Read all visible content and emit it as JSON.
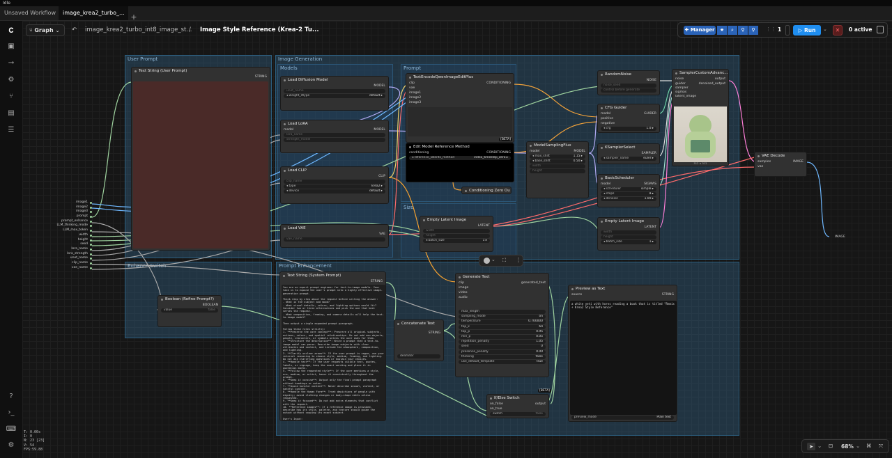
{
  "strip": {
    "title": "Idle"
  },
  "tabs": [
    {
      "label": "Unsaved Workflow"
    },
    {
      "label": "image_krea2_turbo_..."
    }
  ],
  "header": {
    "graph_label": "Graph",
    "crumb1": "image_krea2_turbo_int8_image_st...",
    "separator": "/",
    "crumb2": "Image Style Reference (Krea-2 Tu..."
  },
  "toolbar": {
    "manager": "Manager",
    "count": "1",
    "run": "Run",
    "active": "0 active"
  },
  "stats": [
    "T: 0.00s",
    "I: 0",
    "N: 23 [23]",
    "V: 54",
    "FPS:59.88"
  ],
  "zoom": {
    "level": "68%"
  },
  "groups": {
    "user_prompt": "User Prompt",
    "image_generation": "Image Generation",
    "models": "Models",
    "prompt": "Prompt",
    "size": "Size",
    "enhance_switch": "Enhance Switch",
    "prompt_enhancement": "Prompt Enhancement"
  },
  "nodes": {
    "text_string_user": {
      "title": "Text String (User Prompt)",
      "output": "STRING"
    },
    "load_diffusion": {
      "title": "Load Diffusion Model",
      "output": "MODEL",
      "w1": "unet_name",
      "w2": "weight_dtype",
      "w2v": "default"
    },
    "load_lora": {
      "title": "Load LoRA",
      "in1": "model",
      "output": "MODEL",
      "w1": "lora_name",
      "w2": "strength_model"
    },
    "load_clip": {
      "title": "Load CLIP",
      "output": "CLIP",
      "w1": "clip_name",
      "w2": "type",
      "w2v": "krea2",
      "w3": "device",
      "w3v": "default"
    },
    "load_vae": {
      "title": "Load VAE",
      "output": "VAE",
      "w1": "vae_name"
    },
    "text_encode": {
      "title": "TextEncodeQwenImageEditPlus",
      "output": "CONDITIONING",
      "inputs": [
        "clip",
        "vae",
        "image1",
        "image2",
        "image3"
      ],
      "beta": "[BETA]"
    },
    "edit_ref": {
      "title": "Edit Model Reference Method",
      "in1": "conditioning",
      "output": "CONDITIONING",
      "w1": "reference_latents_method",
      "w1v": "index_timestep_zero"
    },
    "cond_zero": {
      "title": "Conditioning Zero Ou"
    },
    "model_sampling": {
      "title": "ModelSamplingFlux",
      "in1": "model",
      "output": "MODEL",
      "w1": "max_shift",
      "w1v": "1.15",
      "w2": "base_shift",
      "w2v": "0.50",
      "w3": "width",
      "w4": "height"
    },
    "empty_latent_1": {
      "title": "Empty Latent Image",
      "output": "LATENT",
      "w1": "width",
      "w2": "height",
      "w3": "batch_size",
      "w3v": "1"
    },
    "random_noise": {
      "title": "RandomNoise",
      "output": "NOISE",
      "w1": "noise_seed",
      "w2": "control before generate"
    },
    "cfg_guider": {
      "title": "CFG Guider",
      "inputs": [
        "model",
        "positive",
        "negative"
      ],
      "output": "GUIDER",
      "w1": "cfg",
      "w1v": "1.0"
    },
    "ksampler_select": {
      "title": "KSamplerSelect",
      "output": "SAMPLER",
      "w1": "sampler_name",
      "w1v": "euler"
    },
    "basic_scheduler": {
      "title": "BasicScheduler",
      "in1": "model",
      "output": "SIGMAS",
      "w1": "scheduler",
      "w1v": "simple",
      "w2": "steps",
      "w2v": "8",
      "w3": "denoise",
      "w3v": "1.00"
    },
    "empty_latent_2": {
      "title": "Empty Latent Image",
      "output": "LATENT",
      "w1": "width",
      "w2": "height",
      "w3": "batch_size",
      "w3v": "1"
    },
    "sampler_custom": {
      "title": "SamplerCustomAdvanc...",
      "inputs": [
        "noise",
        "guider",
        "sampler",
        "sigmas",
        "latent_image"
      ],
      "out1": "output",
      "out2": "denoised_output",
      "caption": "512 × 512"
    },
    "vae_decode": {
      "title": "VAE Decode",
      "inputs": [
        "samples",
        "vae"
      ],
      "output": "IMAGE"
    },
    "reroute_image": {
      "label": "IMAGE"
    },
    "boolean_refine": {
      "title": "Boolean (Refine Prompt?)",
      "output": "BOOLEAN",
      "w1": "value",
      "w1v": "false"
    },
    "text_string_system": {
      "title": "Text String (System Prompt)",
      "output": "STRING",
      "text": "You are an expert prompt engineer for text-to-image models. Your task is to expand the user's prompt into a highly effective image-generation prompt.\n\nThink step by step about the request before writing the answer:\n- What is the subject and mood?\n- What visual details, colors, and lighting options would fit? Consider two or three alternatives and pick the one that best serves the request.\n- What composition, framing, and camera details will help the text-to-image model?\n\nThen output a single expanded prompt paragraph.\n\nFollow these rules strictly:\n1. **Preserve the core concept**: Preserve all original subjects, actions, colors, and spatial relationships. Do not add new objects, people, characters, or symbols unless the user asks for them.\n2. **Structure the description**: Write a prompt that a text-to-image model can parse. Describe image subjects with clear attributes and context, and include the atmosphere, composition, and lighting.\n3. **Clarify unclear areas**: If the user prompt is vague, use your internal reasoning to choose style, medium, framing, and lighting. Do not ask clarifying questions or explain your choices.\n4. **Handle text**: If the user requests visible text, quotes, labels, or signage, keep the exact wording and place it in quotation marks.\n5. **Follow the requested style**: If the user mentions a style, era, medium, or artist, honor it consistently throughout the prompt.\n6. **Keep it concise**: Output only the final prompt paragraph without headings or notes.\n7. **Avoid harmful content**: Never describe sexual, violent, or hateful content.\n8. **Handle the Human Form**: Treat depictions of people with dignity; avoid clothing changes or body-shape edits unless requested.\n9. **Keep it focused**: Do not add extra elements that conflict with the request.\n10. **Reference images**: If a reference image is provided, describe how its style, palette, and texture should guide the output without copying its exact subject.\n\nUser's Input:"
    },
    "concat_text": {
      "title": "Concatenate Text",
      "output": "STRING",
      "w1": "delimiter"
    },
    "generate_text": {
      "title": "Generate Text",
      "inputs": [
        "clip",
        "image",
        "video",
        "audio"
      ],
      "output": "generated_text",
      "widgets": [
        {
          "k": "max_length",
          "v": ""
        },
        {
          "k": "sampling_mode",
          "v": "on"
        },
        {
          "k": "temperature",
          "v": "0.700000"
        },
        {
          "k": "top_k",
          "v": "64"
        },
        {
          "k": "top_p",
          "v": "0.95"
        },
        {
          "k": "min_p",
          "v": "0.05"
        },
        {
          "k": "repetition_penalty",
          "v": "1.05"
        },
        {
          "k": "seed",
          "v": "0"
        },
        {
          "k": "presence_penalty",
          "v": "0.00"
        },
        {
          "k": "thinking",
          "v": "false"
        },
        {
          "k": "use_default_template",
          "v": "true"
        }
      ]
    },
    "preview_text": {
      "title": "Preview as Text",
      "in1": "source",
      "output": "STRING",
      "text": "a white yeti with horns reading a book that is titled \"Remix + Krea2 Style Reference\"",
      "w1": "preview_mode",
      "w1v": "Plain text"
    },
    "ifelse_switch": {
      "title": "If/Else Switch",
      "beta": "[BETA]",
      "inputs": [
        "on_false",
        "on_true"
      ],
      "output": "output",
      "w1": "switch",
      "w1v": "false"
    }
  },
  "subgraph_inputs": [
    "image1",
    "image2",
    "image3",
    "prompt",
    "prompt_enhance",
    "LLM_thinking_mode",
    "LLM_max_token",
    "width",
    "height",
    "seed",
    "lora_name",
    "lora_strength",
    "unet_name",
    "clip_name",
    "vae_name"
  ]
}
